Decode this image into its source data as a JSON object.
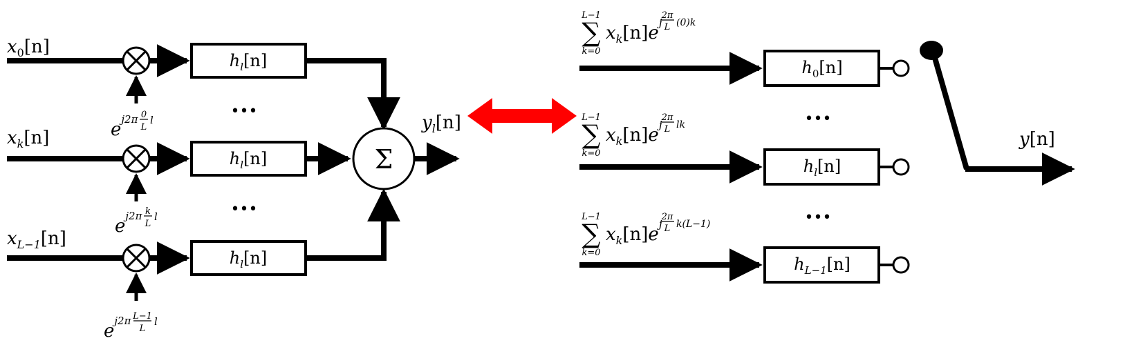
{
  "left": {
    "inputs": [
      {
        "var": "x",
        "sub": "0",
        "arg": "[n]"
      },
      {
        "var": "x",
        "sub": "k",
        "arg": "[n]"
      },
      {
        "var": "x",
        "sub": "L−1",
        "arg": "[n]"
      }
    ],
    "modulators": [
      {
        "base": "e",
        "exp_pre": "j2π",
        "frac_num": "0",
        "frac_den": "L",
        "exp_post": "l"
      },
      {
        "base": "e",
        "exp_pre": "j2π",
        "frac_num": "k",
        "frac_den": "L",
        "exp_post": "l"
      },
      {
        "base": "e",
        "exp_pre": "j2π",
        "frac_num": "L−1",
        "frac_den": "L",
        "exp_post": "l"
      }
    ],
    "filters": [
      {
        "var": "h",
        "sub": "l",
        "arg": "[n]"
      },
      {
        "var": "h",
        "sub": "l",
        "arg": "[n]"
      },
      {
        "var": "h",
        "sub": "l",
        "arg": "[n]"
      }
    ],
    "ellipsis": "•••",
    "sum_symbol": "Σ",
    "output": {
      "var": "y",
      "sub": "l",
      "arg": "[n]"
    }
  },
  "equivalence_arrow_color": "#ff0000",
  "right": {
    "branches": [
      {
        "sum_top": "L−1",
        "sum_bottom": "k=0",
        "sum_symbol": "∑",
        "term_var": "x",
        "term_sub": "k",
        "term_arg": "[n]",
        "exp_base": "e",
        "exp_j": "j",
        "frac_num": "2π",
        "frac_den": "L",
        "exp_post": "(0)k",
        "filter_var": "h",
        "filter_sub": "0",
        "filter_arg": "[n]"
      },
      {
        "sum_top": "L−1",
        "sum_bottom": "k=0",
        "sum_symbol": "∑",
        "term_var": "x",
        "term_sub": "k",
        "term_arg": "[n]",
        "exp_base": "e",
        "exp_j": "j",
        "frac_num": "2π",
        "frac_den": "L",
        "exp_post": "lk",
        "filter_var": "h",
        "filter_sub": "l",
        "filter_arg": "[n]"
      },
      {
        "sum_top": "L−1",
        "sum_bottom": "k=0",
        "sum_symbol": "∑",
        "term_var": "x",
        "term_sub": "k",
        "term_arg": "[n]",
        "exp_base": "e",
        "exp_j": "j",
        "frac_num": "2π",
        "frac_den": "L",
        "exp_post": "k(L−1)",
        "filter_var": "h",
        "filter_sub": "L−1",
        "filter_arg": "[n]"
      }
    ],
    "ellipsis": "•••",
    "output": {
      "var": "y",
      "arg": "[n]"
    }
  }
}
